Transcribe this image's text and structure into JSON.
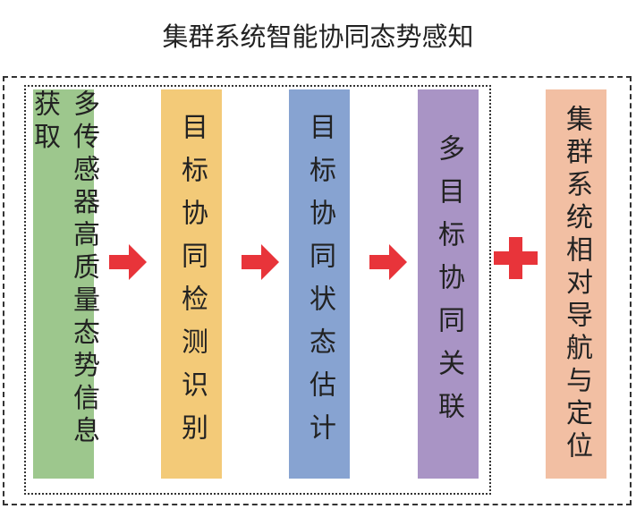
{
  "title": "集群系统智能协同态势感知",
  "steps": [
    {
      "label": "多传感器高质量态势信息获取",
      "color": "#9dc78d"
    },
    {
      "label": "目标协同检测识别",
      "color": "#f3ca78"
    },
    {
      "label": "目标协同状态估计",
      "color": "#87a3d1"
    },
    {
      "label": "多目标协同关联",
      "color": "#a994c5"
    }
  ],
  "extra": {
    "label": "集群系统相对导航与定位",
    "color": "#f2bfa3"
  },
  "arrow_color": "#e8343a"
}
